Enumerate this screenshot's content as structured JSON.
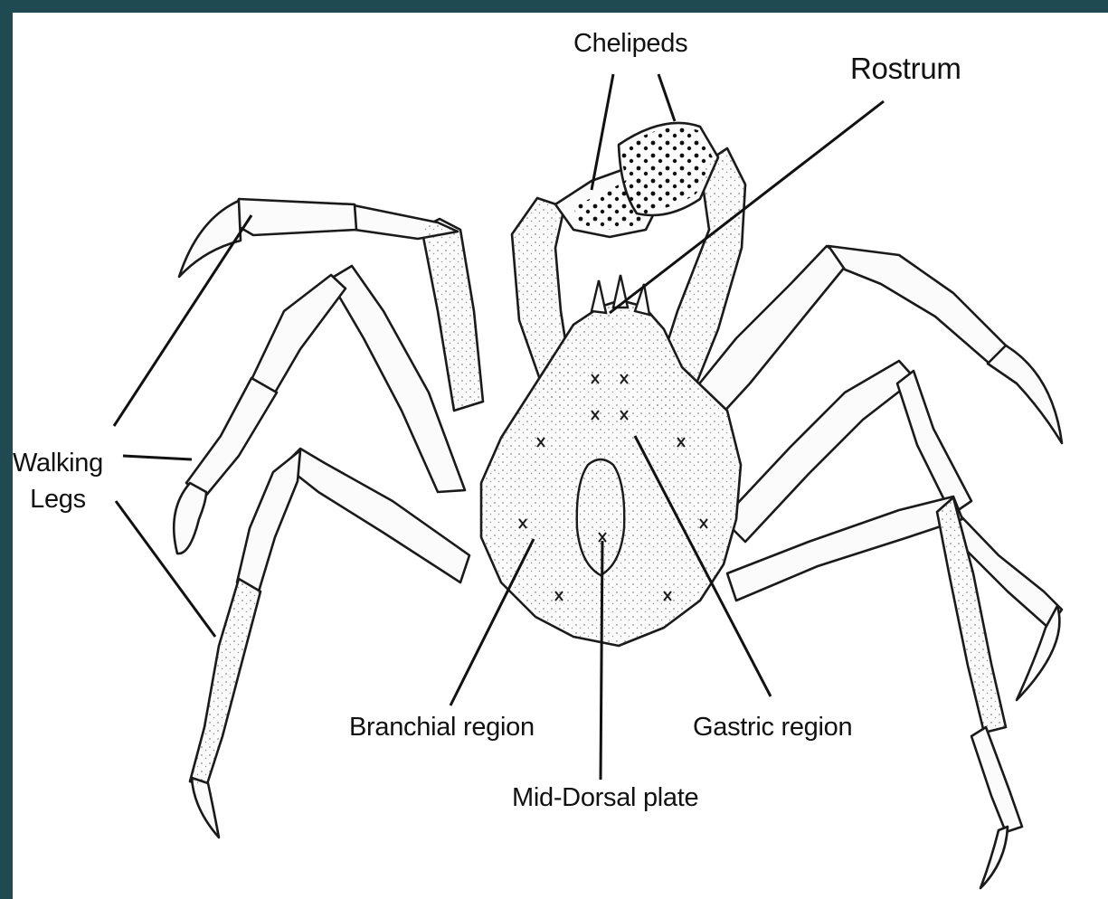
{
  "colors": {
    "frame": "#1f4a52",
    "background": "#ffffff",
    "ink": "#111111"
  },
  "labels": {
    "chelipeds": "Chelipeds",
    "rostrum": "Rostrum",
    "walking_line1": "Walking",
    "walking_line2": "Legs",
    "branchial": "Branchial region",
    "gastric": "Gastric region",
    "mid_dorsal": "Mid-Dorsal plate"
  }
}
